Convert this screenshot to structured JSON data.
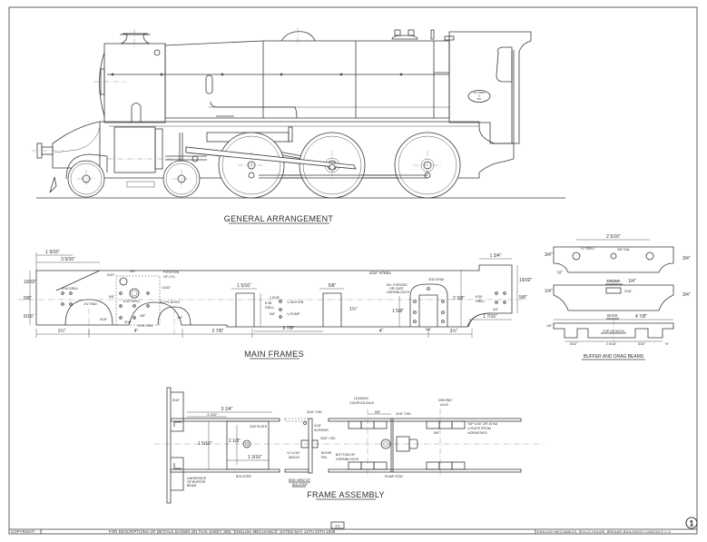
{
  "sheet": {
    "copyright_label": "COPYRIGHT",
    "footer_note": "FOR DESCRIPTIONS OF DETAILS SHOWN ON THIS SHEET SEE \"ENGLISH MECHANICS\" DATED MAY 13TH 20TH 1938",
    "publisher": "ENGLISH MECHANICS, ROLLS HOUSE, BREAMS BUILDINGS LONDON E.C.4.",
    "sheet_number": "1",
    "scale_box": "5 6"
  },
  "views": {
    "general_arrangement": {
      "title": "GENERAL ARRANGEMENT",
      "cab_plate": [
        "SOUTHERN",
        "E",
        "857"
      ]
    },
    "main_frames": {
      "title": "MAIN FRAMES",
      "material_note": "3/32\" STEEL",
      "labels": {
        "position_of_cyl": [
          "POSITION",
          "OF CYL."
        ],
        "drill_40_top": "6\"40 DRILL",
        "rad": "1⅛\" RAD",
        "drill_40_lower": "6\"40 DRILL",
        "cyl_boss": "½ CYL BOSS",
        "drill_40_cen": "6\"40 CEN.",
        "drill_48": [
          "6\"48",
          "DRILL"
        ],
        "motion": "¼ MOTION",
        "pump": "¼ PUMP",
        "hornblocks": [
          "W.I. FORGED",
          "OR CAST",
          "HORNBLOCKS"
        ],
        "shim": "3/32 SHIM",
        "drill_40_rear": [
          "6\"40",
          "DRILL"
        ]
      },
      "dimensions": {
        "top_left_outer": "1 9/16\"",
        "top_left_inner": "3 5/16\"",
        "left_h1": "19/32\"",
        "left_h2": "5/8\"",
        "left_h3": "5/16\"",
        "bottom_1": "1¼\"",
        "bottom_2": "4\"",
        "bottom_3": "2 7/8\"",
        "bottom_4": "4\"",
        "bottom_5": "3½\"",
        "slot_1_w": "1 5/16\"",
        "slot_2_w": "5/8\"",
        "slot_h": "1¼\"",
        "between_slots": "3 7/8\"",
        "frame_height": "2 3/8\"",
        "horn_h": "1 5/8\"",
        "horn_w": "5/8\"",
        "rear_top": "1 3/4\"",
        "rear_h1": "19/32\"",
        "rear_h2": "5/8\"",
        "rear_bottom": "1 7/16\"",
        "rear_rad": "3/4\"",
        "dim_a": "5/32\"",
        "dim_b": "3/8\"",
        "dim_c": "5/8\"",
        "dim_d": "13/32\"",
        "dim_e": "5/16\"",
        "dim_f": "3/8\"",
        "dim_g": "1 5/16\"",
        "dim_h": "5/8\"",
        "dim_i": "3/16\"",
        "dim_j": "1/4\""
      }
    },
    "buffer_drag_beams": {
      "title": "BUFFER AND DRAG BEAMS",
      "front_label": "FRONT",
      "back_label": "BACK",
      "top_label": "TOP OF BOTH",
      "front_notes": [
        "¼\" DRILL",
        "3/8\" DIA."
      ],
      "dimensions": {
        "front_top": "2 5/16\"",
        "front_h": "3/4\"",
        "front_left": "½\"",
        "front_edge": "3/4\"",
        "back_slot": "1/4\"",
        "back_slot_h": "3/16\"",
        "back_h": "1/4\"",
        "back_right_h": "3/4\"",
        "overall": "4 7/8\"",
        "top_left": "1/8\"",
        "top_a": "5/32\"",
        "top_mid": "2 5/16\"",
        "top_b": "5/32\"",
        "top_right": "½\""
      }
    },
    "frame_assembly": {
      "title": "FRAME ASSEMBLY",
      "labels": {
        "bolster": "BOLSTER",
        "plate": "3/32 PLATE",
        "underside": [
          "UNDERSIDE",
          "OF BUFFER",
          "BEAM"
        ],
        "end_view": [
          "END VIEW OF",
          "BOLSTER"
        ],
        "leading_coupled": [
          "LEADING",
          "COUPLED AXLE"
        ],
        "driving_axle": [
          "DRIVING",
          "AXLE"
        ],
        "angle": [
          "¾\"×1/16\"",
          "ANGLE"
        ],
        "bogie_pin": [
          "BOGIE",
          "PIN"
        ],
        "screws": [
          "1/16\"",
          "SCREWS"
        ],
        "bottom_hornblocks": [
          "BOTTOM OF",
          "HORNBLOCKS"
        ],
        "pump_stay": "PUMP STAY",
        "csk": "3/16\" CSK.",
        "csk2": "3/16\" CSK.",
        "hex_nuts": [
          "TAP 1/16\" OR 10 BA",
          "LOCATE FROM",
          "HORNSTAYS"
        ],
        "bogie_tap": "3/32\" CSK"
      },
      "dimensions": {
        "overall": "3 1/4\"",
        "inner": "3 1/32\"",
        "top_small": "5/32\"",
        "height": "1 5/16\"",
        "between": "2 1/8\"",
        "bolster_w": "1 3/16\"",
        "lead": "5/8\"",
        "drive": "5/8\""
      }
    }
  }
}
